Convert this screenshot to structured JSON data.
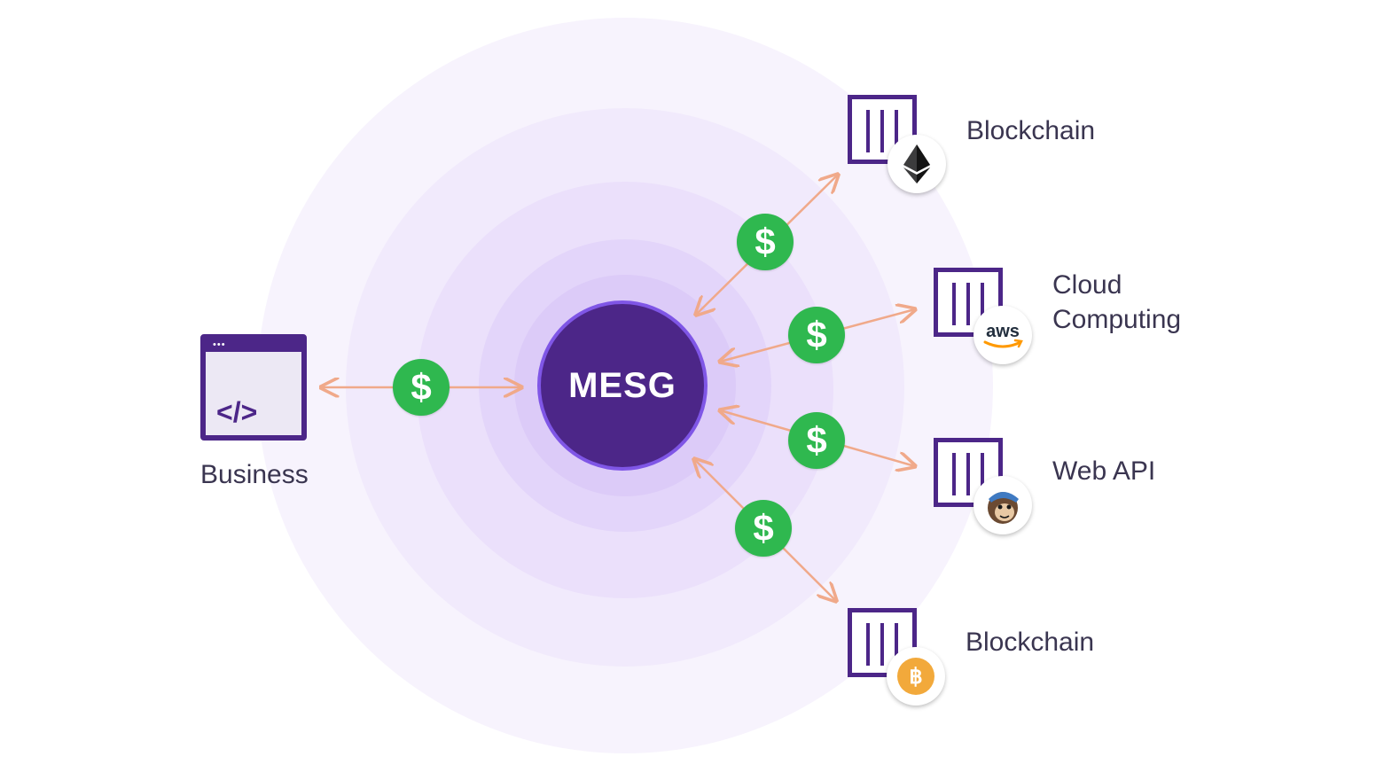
{
  "center": {
    "label": "MESG"
  },
  "business": {
    "label": "Business",
    "icon": "code-window-icon",
    "glyph": "</>"
  },
  "currency_symbol": "$",
  "services": [
    {
      "label": "Blockchain",
      "badge_icon": "ethereum-icon"
    },
    {
      "label_line1": "Cloud",
      "label_line2": "Computing",
      "badge_icon": "aws-icon",
      "badge_text": "aws"
    },
    {
      "label": "Web API",
      "badge_icon": "mailchimp-icon"
    },
    {
      "label": "Blockchain",
      "badge_icon": "bitcoin-icon"
    }
  ],
  "colors": {
    "hub": "#4c2688",
    "hub_border": "#7f56e6",
    "arrow": "#f0a98a",
    "dollar": "#2fb84f",
    "bitcoin": "#f2a93b"
  }
}
